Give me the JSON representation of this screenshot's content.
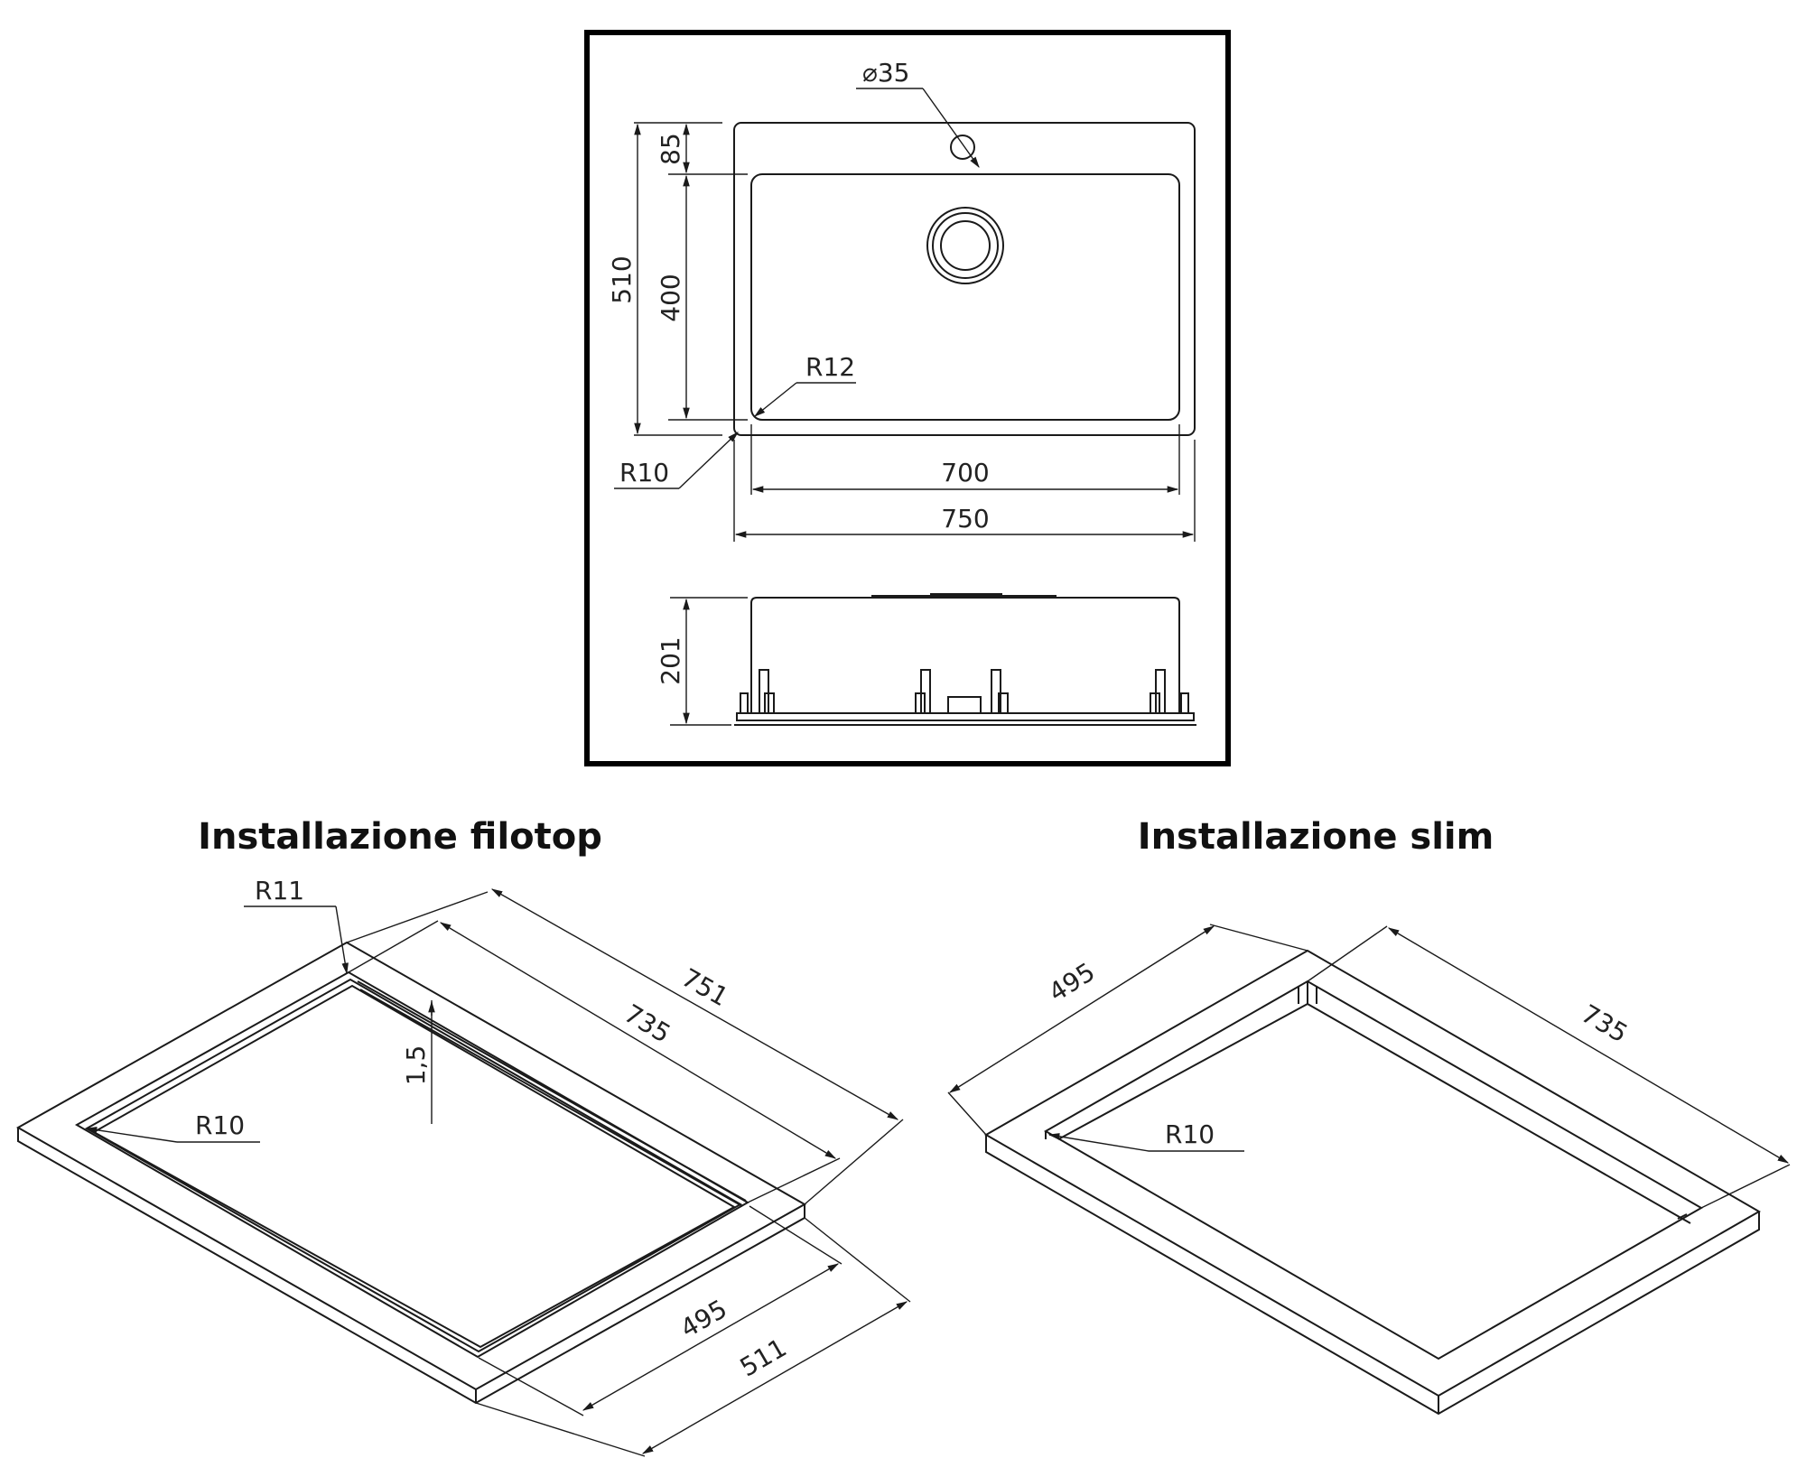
{
  "top_view": {
    "hole_diameter": "35",
    "dim_85": "85",
    "dim_510": "510",
    "dim_400": "400",
    "radius_inner": "R12",
    "radius_outer": "R10",
    "dim_700": "700",
    "dim_750": "750"
  },
  "side_view": {
    "dim_201": "201"
  },
  "filotop": {
    "title": "Installazione filotop",
    "radius_outer": "R11",
    "radius_inner": "R10",
    "depth": "1,5",
    "dim_751": "751",
    "dim_735": "735",
    "dim_495": "495",
    "dim_511": "511"
  },
  "slim": {
    "title": "Installazione slim",
    "dim_495": "495",
    "dim_735": "735",
    "radius": "R10"
  }
}
